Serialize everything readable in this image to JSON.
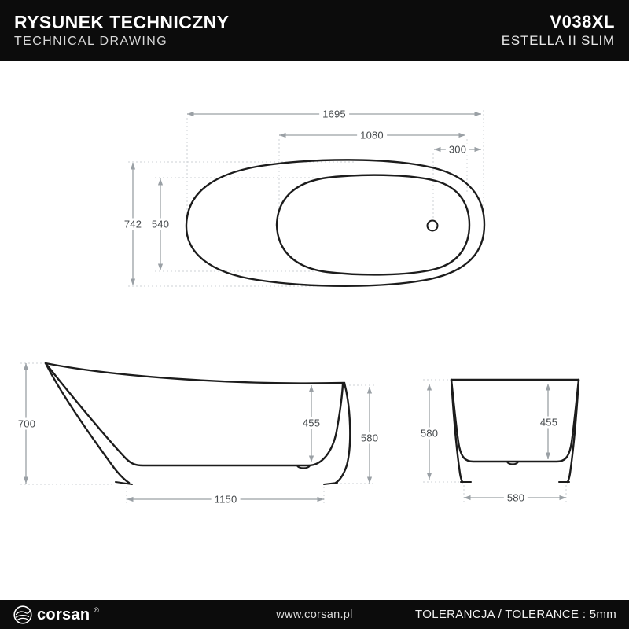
{
  "header": {
    "title": "RYSUNEK TECHNICZNY",
    "subtitle": "TECHNICAL DRAWING",
    "model_code": "V038XL",
    "model_name": "ESTELLA II SLIM"
  },
  "drawing": {
    "top_view": {
      "overall_length": "1695",
      "basin_length": "1080",
      "drain_offset": "300",
      "overall_width": "742",
      "basin_width": "540"
    },
    "side_view": {
      "back_height": "700",
      "basin_depth": "455",
      "front_height": "580",
      "base_length": "1150"
    },
    "front_view": {
      "height": "580",
      "basin_depth": "455",
      "base_width": "580"
    }
  },
  "footer": {
    "brand": "corsan",
    "trademark": "®",
    "website": "www.corsan.pl",
    "tolerance_note": "TOLERANCJA / TOLERANCE : 5mm"
  },
  "colors": {
    "bar_background": "#0c0c0c",
    "outline": "#1c1c1c",
    "dimension_line": "#9aa0a5",
    "extension_line": "#cdd2d5",
    "dimension_text": "#45494c"
  },
  "icons": {
    "brand_logo": "corsan-wave-logo"
  }
}
